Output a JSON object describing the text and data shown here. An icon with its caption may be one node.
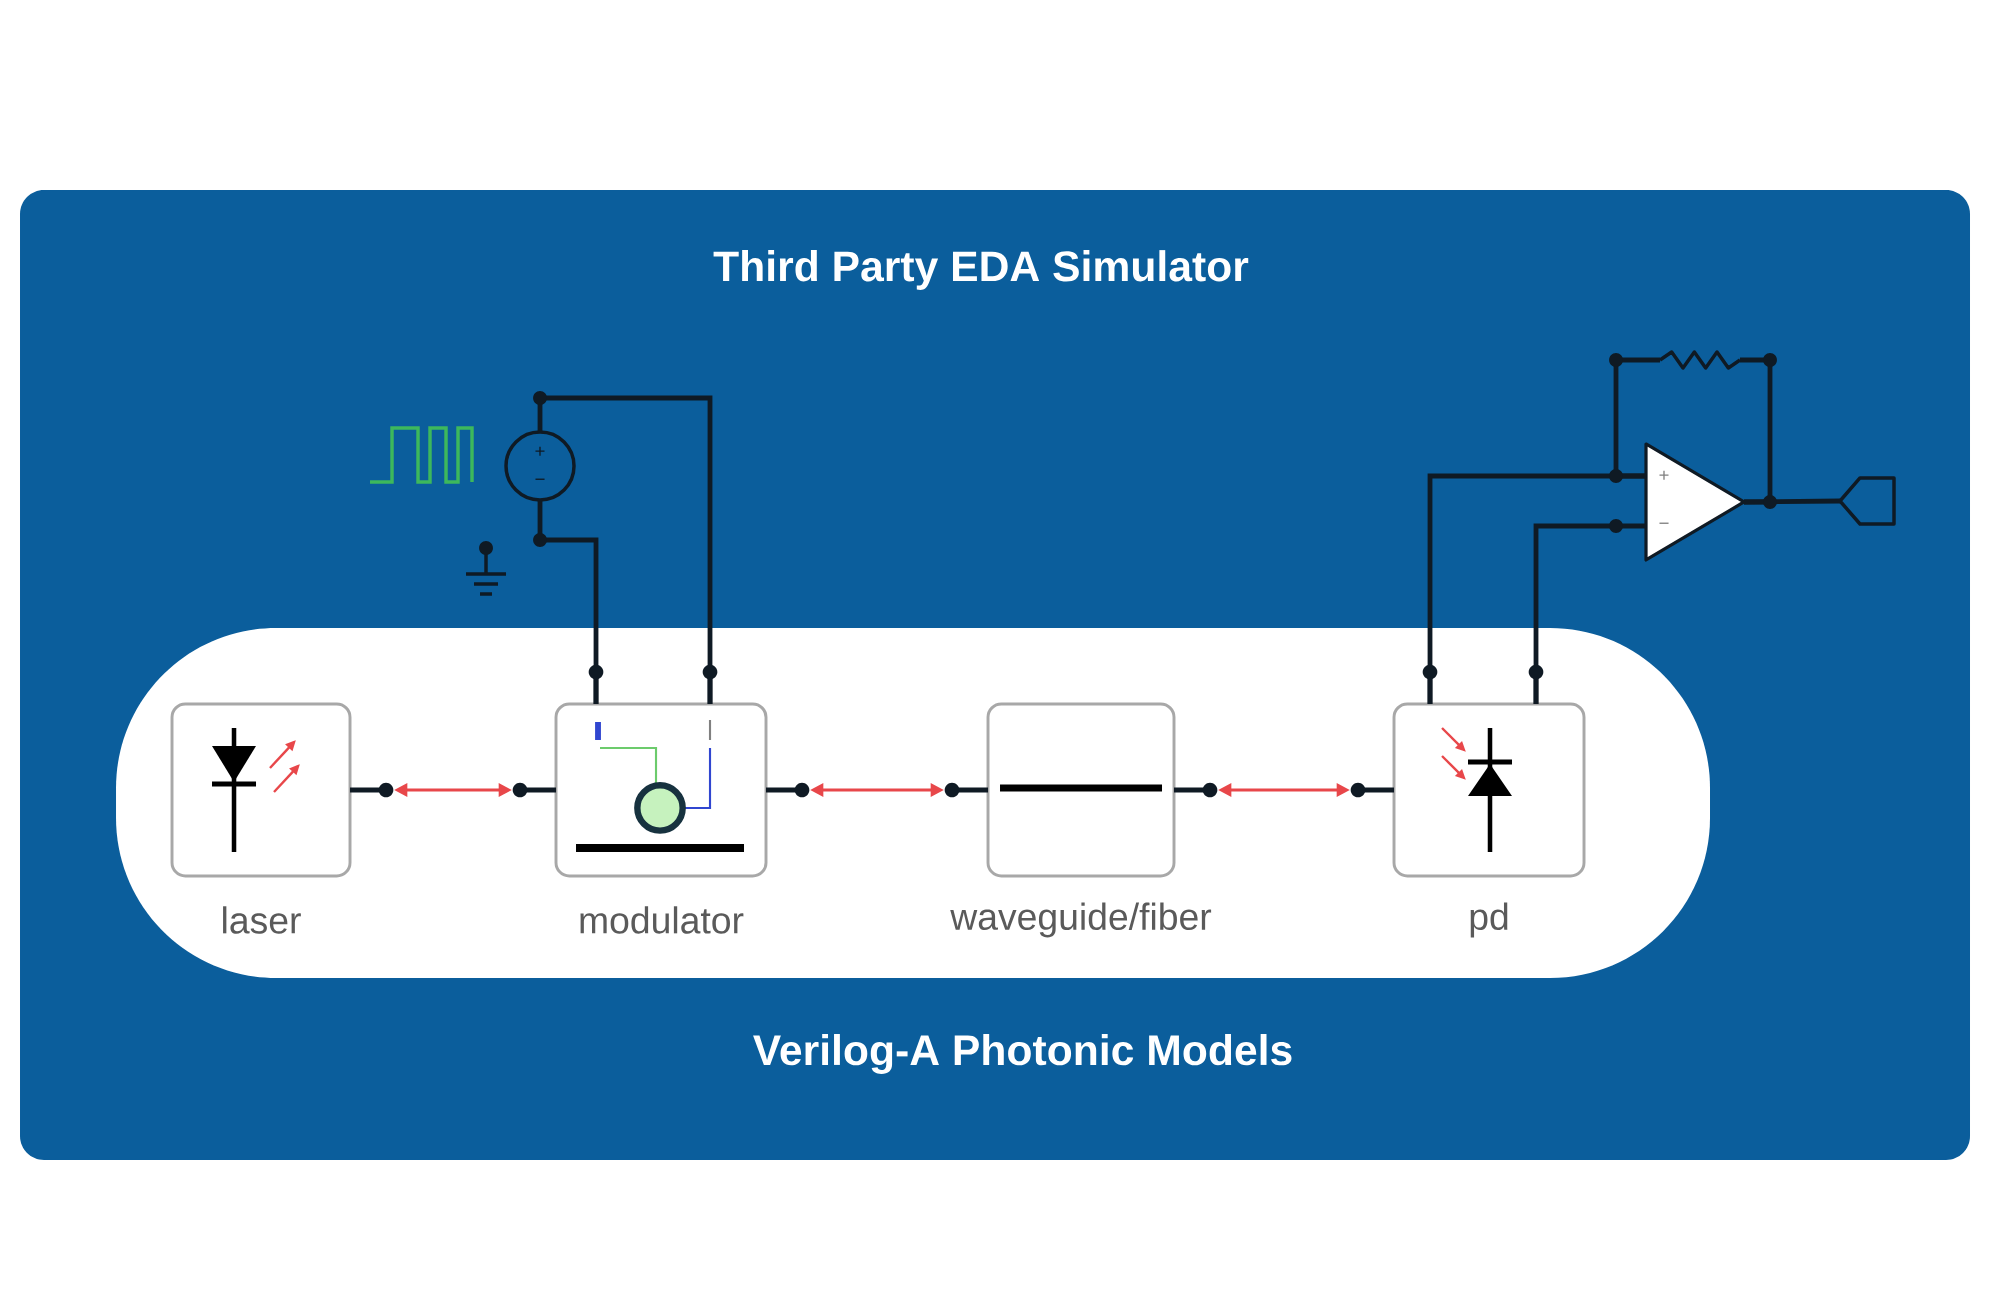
{
  "diagram": {
    "nodes": [
      {
        "text": [
          "Third Party EDA Simulator"
        ]
      },
      {
        "text": [
          "Verilog-A Photonic Models"
        ],
        "in": 0
      },
      {
        "text": [
          "laser"
        ],
        "in": 1
      },
      {
        "text": [
          "modulator"
        ],
        "in": 1
      },
      {
        "text": [
          "waveguide/fiber"
        ],
        "in": 1
      },
      {
        "text": [
          "pd"
        ],
        "in": 1
      },
      {
        "text": [
          "+",
          "−"
        ],
        "in": 0
      },
      {
        "text": [
          "+",
          "−"
        ],
        "in": 0
      },
      {
        "text": [],
        "shape": "pentagon",
        "in": 0
      },
      {
        "text": [],
        "shape": "resistor",
        "in": 0
      }
    ],
    "edges": [
      {
        "from": 2,
        "to": 3,
        "arrow": "both",
        "color": "#e8474a"
      },
      {
        "from": 3,
        "to": 4,
        "arrow": "both",
        "color": "#e8474a"
      },
      {
        "from": 4,
        "to": 5,
        "arrow": "both",
        "color": "#e8474a"
      },
      {
        "from": 6,
        "to": 3,
        "arrow": "none"
      },
      {
        "from": 6,
        "to": 3,
        "arrow": "none"
      },
      {
        "from": 5,
        "to": 7,
        "arrow": "none"
      },
      {
        "from": 5,
        "to": 7,
        "arrow": "none"
      },
      {
        "from": 7,
        "to": 9,
        "arrow": "none"
      },
      {
        "from": 9,
        "to": 7,
        "arrow": "none"
      },
      {
        "from": 7,
        "to": 8,
        "arrow": "none"
      }
    ]
  }
}
